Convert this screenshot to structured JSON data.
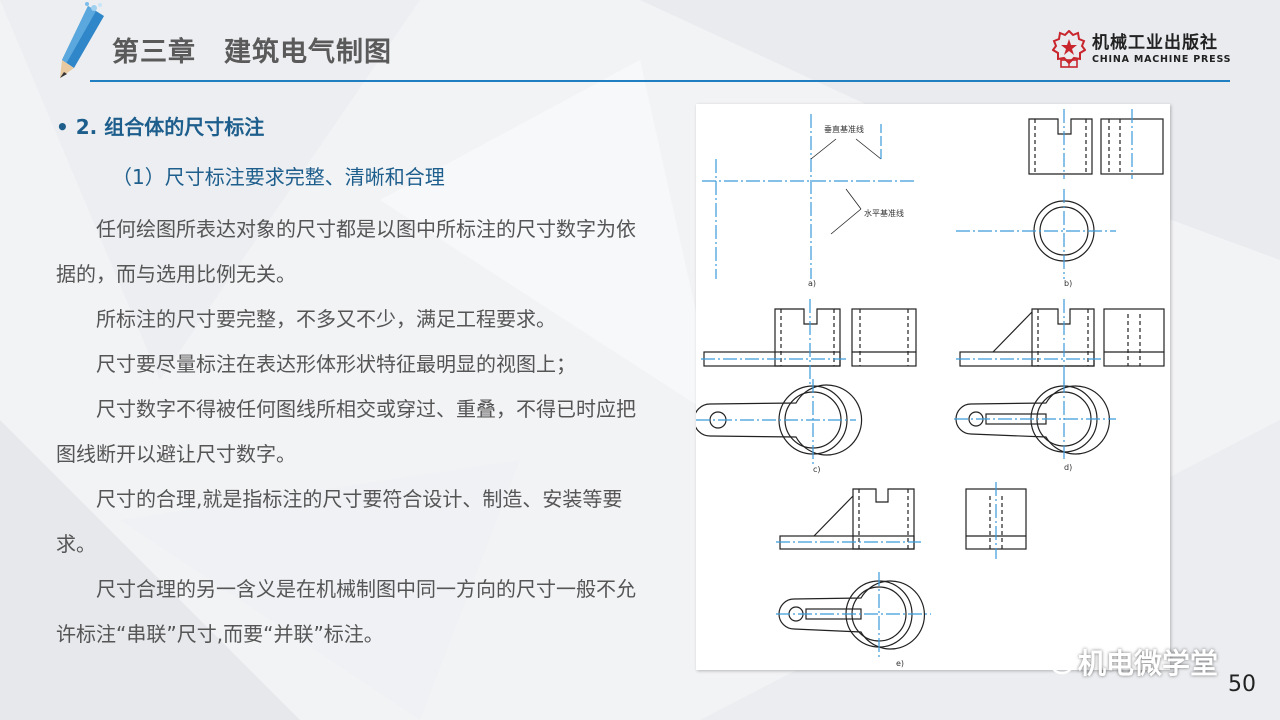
{
  "header": {
    "chapter_title": "第三章　建筑电气制图",
    "publisher_cn": "机械工业出版社",
    "publisher_en": "CHINA MACHINE PRESS",
    "accent_color": "#1f7fc0"
  },
  "content": {
    "section_heading": "• 2. 组合体的尺寸标注",
    "sub_heading": "（1）尺寸标注要求完整、清晰和合理",
    "paragraphs": [
      "任何绘图所表达对象的尺寸都是以图中所标注的尺寸数字为依据的，而与选用比例无关。",
      "所标注的尺寸要完整，不多又不少，满足工程要求。",
      "尺寸要尽量标注在表达形体形状特征最明显的视图上；",
      "尺寸数字不得被任何图线所相交或穿过、重叠，不得已时应把图线断开以避让尺寸数字。",
      "尺寸的合理,就是指标注的尺寸要符合设计、制造、安装等要求。",
      "尺寸合理的另一含义是在机械制图中同一方向的尺寸一般不允许标注“串联”尺寸,而要“并联”标注。"
    ]
  },
  "figure": {
    "label_vertical": "垂直基准线",
    "label_horizontal": "水平基准线",
    "captions": [
      "a)",
      "b)",
      "c)",
      "d)",
      "e)"
    ]
  },
  "watermark": {
    "text": "机电微学堂"
  },
  "page_number": "50"
}
